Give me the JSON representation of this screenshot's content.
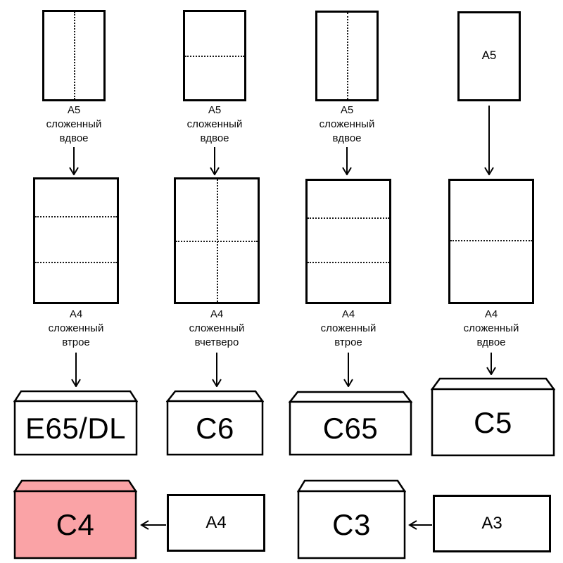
{
  "colors": {
    "highlight_pink": "#FAA3A6",
    "line_black": "#000000",
    "background": "#FFFFFF"
  },
  "row1": {
    "col1": {
      "caption": [
        "A5",
        "сложенный",
        "вдвое"
      ]
    },
    "col2": {
      "caption": [
        "A5",
        "сложенный",
        "вдвое"
      ]
    },
    "col3": {
      "caption": [
        "A5",
        "сложенный",
        "вдвое"
      ]
    },
    "col4": {
      "sheet_label": "A5"
    }
  },
  "row2": {
    "col1": {
      "caption": [
        "A4",
        "сложенный",
        "втрое"
      ]
    },
    "col2": {
      "caption": [
        "A4",
        "сложенный",
        "вчетверо"
      ]
    },
    "col3": {
      "caption": [
        "A4",
        "сложенный",
        "втрое"
      ]
    },
    "col4": {
      "caption": [
        "A4",
        "сложенный",
        "вдвое"
      ]
    }
  },
  "envelopes": {
    "e65dl": {
      "label": "E65/DL"
    },
    "c6": {
      "label": "C6"
    },
    "c65": {
      "label": "C65"
    },
    "c5": {
      "label": "C5"
    },
    "c4": {
      "label": "C4"
    },
    "c3": {
      "label": "C3"
    }
  },
  "sheets": {
    "a4": {
      "label": "A4"
    },
    "a3": {
      "label": "A3"
    }
  }
}
